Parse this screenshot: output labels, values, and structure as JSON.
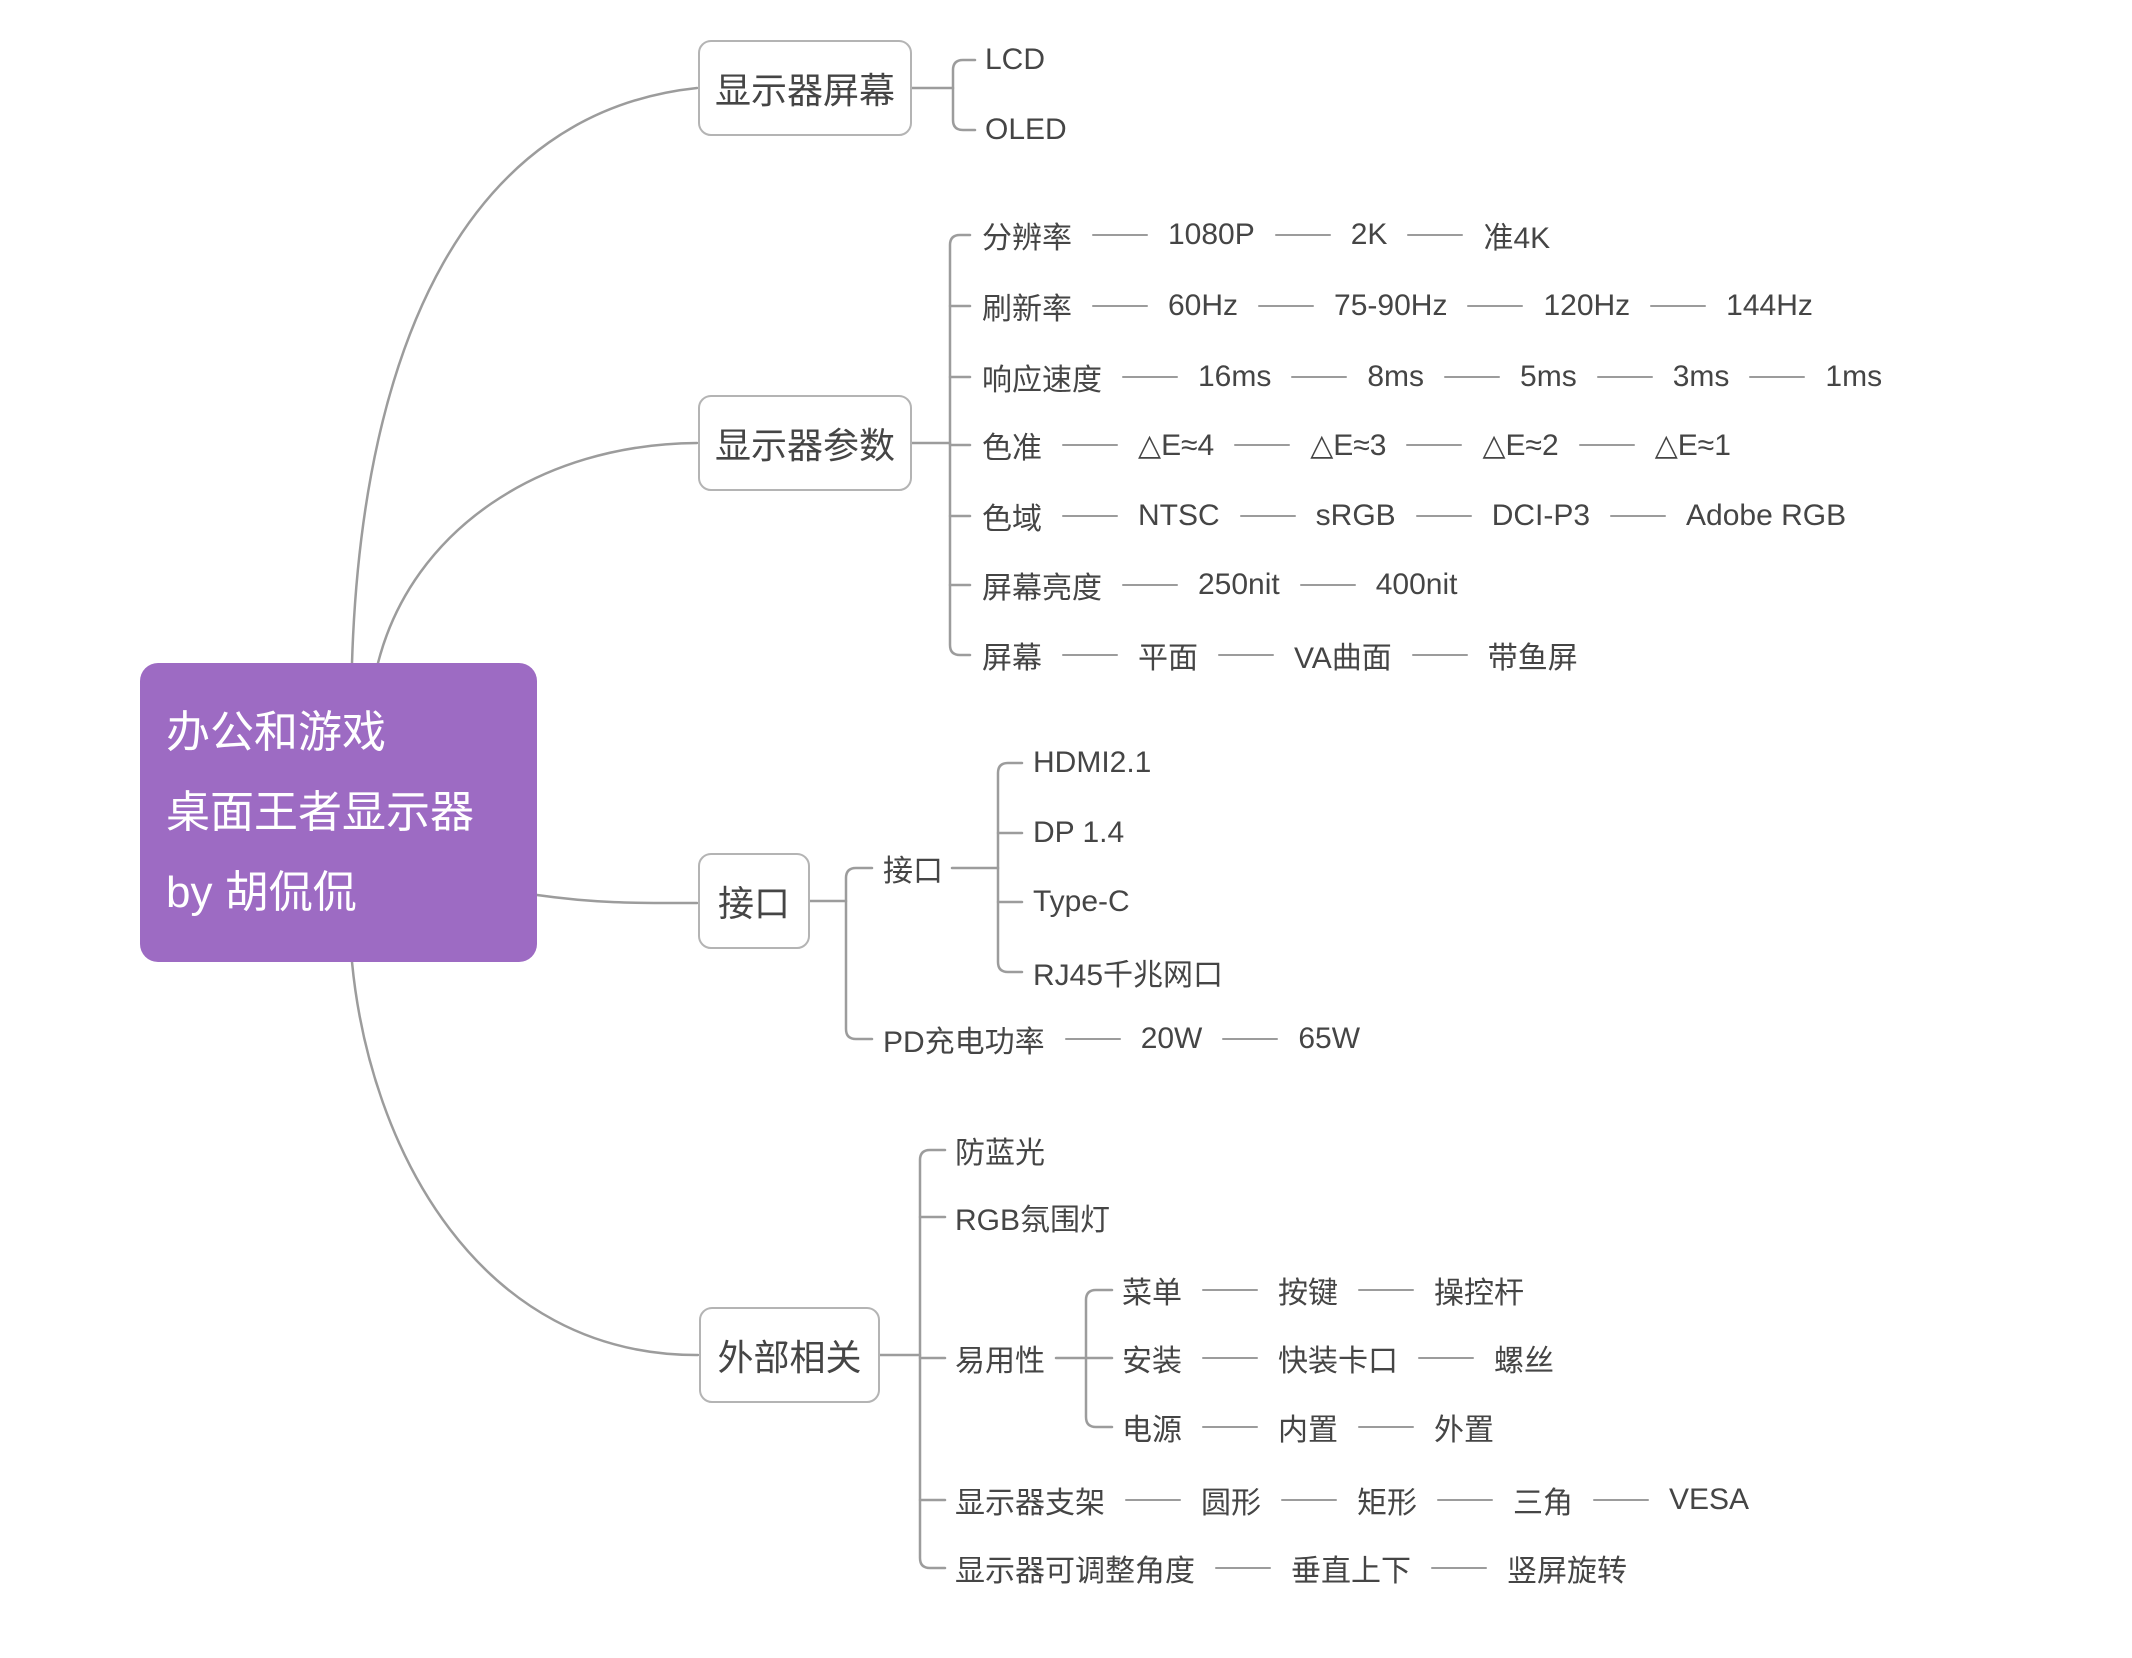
{
  "root": {
    "lines": [
      "办公和游戏",
      "桌面王者显示器",
      "by 胡侃侃"
    ]
  },
  "screen": {
    "label": "显示器屏幕",
    "children": [
      "LCD",
      "OLED"
    ]
  },
  "params": {
    "label": "显示器参数",
    "rows": [
      [
        "分辨率",
        "1080P",
        "2K",
        "准4K"
      ],
      [
        "刷新率",
        "60Hz",
        "75-90Hz",
        "120Hz",
        "144Hz"
      ],
      [
        "响应速度",
        "16ms",
        "8ms",
        "5ms",
        "3ms",
        "1ms"
      ],
      [
        "色准",
        "△E≈4",
        "△E≈3",
        "△E≈2",
        "△E≈1"
      ],
      [
        "色域",
        "NTSC",
        "sRGB",
        "DCI-P3",
        "Adobe RGB"
      ],
      [
        "屏幕亮度",
        "250nit",
        "400nit"
      ],
      [
        "屏幕",
        "平面",
        "VA曲面",
        "带鱼屏"
      ]
    ]
  },
  "ports": {
    "label": "接口",
    "group": {
      "label": "接口",
      "children": [
        "HDMI2.1",
        "DP 1.4",
        "Type-C",
        "RJ45千兆网口"
      ]
    },
    "pd": [
      "PD充电功率",
      "20W",
      "65W"
    ]
  },
  "external": {
    "label": "外部相关",
    "items": [
      "防蓝光",
      "RGB氛围灯"
    ],
    "usability": {
      "label": "易用性",
      "rows": [
        [
          "菜单",
          "按键",
          "操控杆"
        ],
        [
          "安装",
          "快装卡口",
          "螺丝"
        ],
        [
          "电源",
          "内置",
          "外置"
        ]
      ]
    },
    "stand": [
      "显示器支架",
      "圆形",
      "矩形",
      "三角",
      "VESA"
    ],
    "angle": [
      "显示器可调整角度",
      "垂直上下",
      "竖屏旋转"
    ]
  },
  "colors": {
    "root_bg": "#9D6BC3",
    "root_text": "#FFFFFF",
    "node_border": "#B4B4B4",
    "line": "#9C9C9C",
    "text": "#454545"
  }
}
